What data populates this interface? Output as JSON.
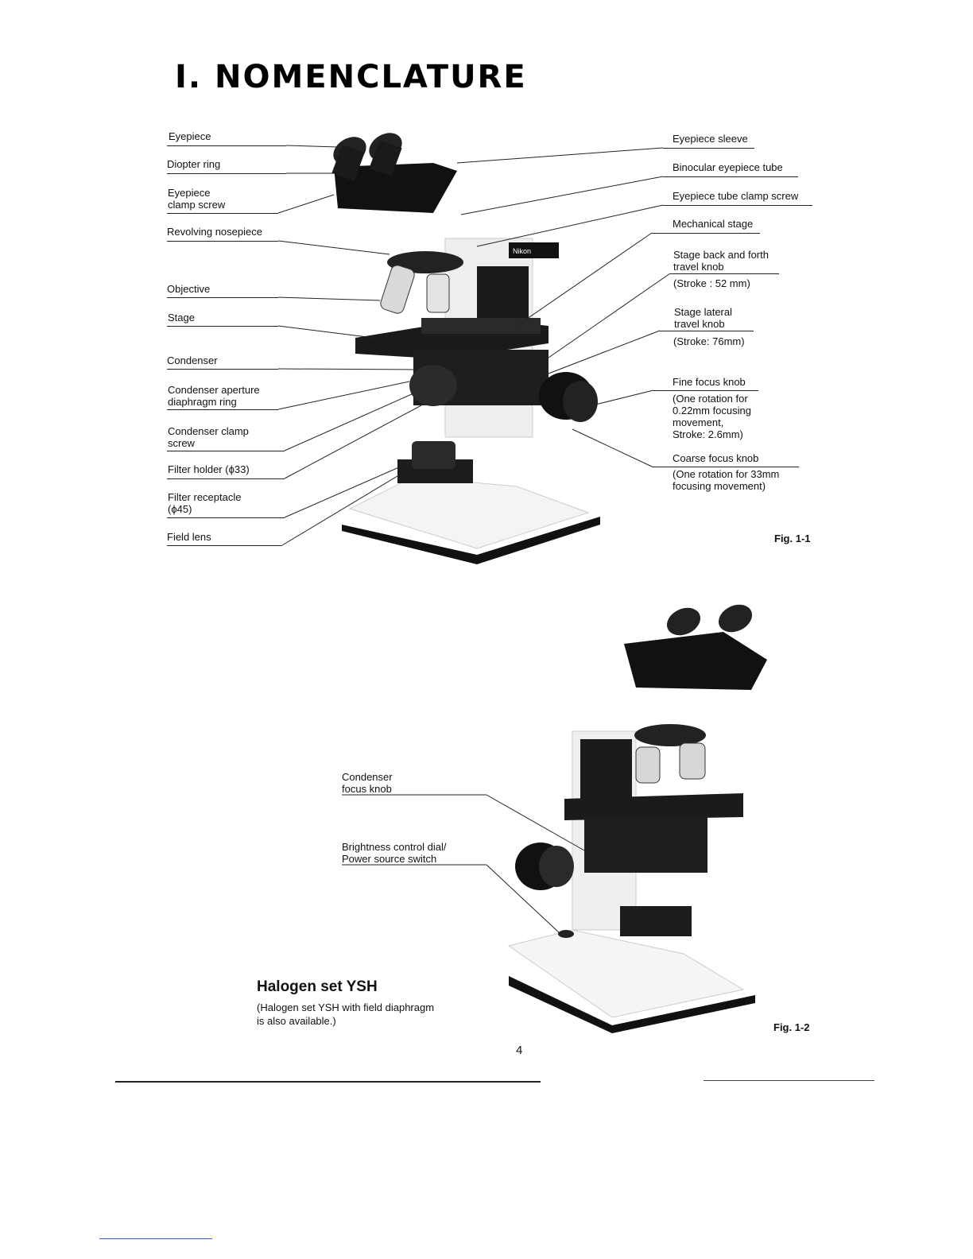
{
  "page": {
    "heading": "I. NOMENCLATURE",
    "page_number": "4"
  },
  "fig1": {
    "caption": "Fig. 1-1",
    "left_labels": [
      "Eyepiece",
      "Diopter ring",
      "Eyepiece\nclamp screw",
      "Revolving nosepiece",
      "Objective",
      "Stage",
      "Condenser",
      "Condenser aperture\ndiaphragm ring",
      "Condenser clamp\nscrew",
      "Filter holder (ϕ33)",
      "Filter receptacle\n(ϕ45)",
      "Field lens"
    ],
    "right_labels": [
      "Eyepiece sleeve",
      "Binocular eyepiece tube",
      "Eyepiece tube clamp screw",
      "Mechanical stage",
      "Stage back and forth\ntravel knob",
      "(Stroke : 52 mm)",
      "Stage lateral\ntravel knob",
      "(Stroke: 76mm)",
      "Fine focus knob",
      "(One rotation for\n0.22mm focusing\nmovement,\nStroke: 2.6mm)",
      "Coarse focus knob",
      "(One rotation for 33mm\nfocusing movement)"
    ]
  },
  "fig2": {
    "caption": "Fig. 1-2",
    "labels": [
      "Condenser\nfocus knob",
      "Brightness control dial/\nPower source switch"
    ],
    "set_title": "Halogen set YSH",
    "set_note": "(Halogen set YSH with field diaphragm\nis also available.)"
  },
  "brand_badge": "Nikon"
}
